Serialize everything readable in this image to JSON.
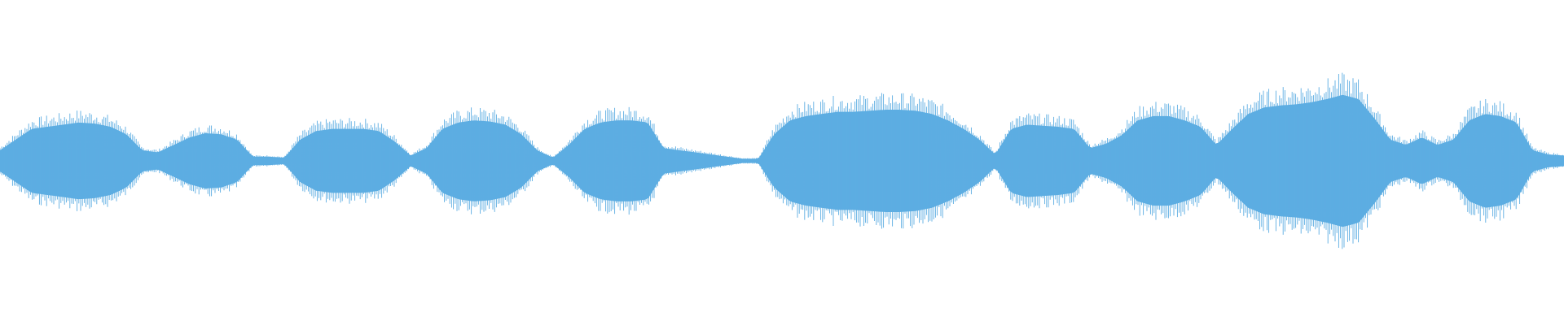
{
  "waveform": {
    "color": "#5dade2",
    "background": "#ffffff",
    "envelope": [
      0.1,
      0.2,
      0.3,
      0.32,
      0.34,
      0.36,
      0.35,
      0.32,
      0.25,
      0.1,
      0.08,
      0.15,
      0.22,
      0.26,
      0.25,
      0.2,
      0.04,
      0.04,
      0.03,
      0.2,
      0.28,
      0.3,
      0.3,
      0.3,
      0.28,
      0.18,
      0.05,
      0.12,
      0.3,
      0.36,
      0.38,
      0.37,
      0.34,
      0.25,
      0.1,
      0.03,
      0.15,
      0.3,
      0.36,
      0.38,
      0.38,
      0.36,
      0.12,
      0.1,
      0.08,
      0.06,
      0.04,
      0.02,
      0.02,
      0.25,
      0.38,
      0.42,
      0.44,
      0.46,
      0.46,
      0.47,
      0.48,
      0.48,
      0.47,
      0.44,
      0.38,
      0.3,
      0.2,
      0.06,
      0.3,
      0.34,
      0.33,
      0.32,
      0.3,
      0.12,
      0.16,
      0.24,
      0.38,
      0.42,
      0.42,
      0.38,
      0.32,
      0.15,
      0.3,
      0.44,
      0.5,
      0.52,
      0.53,
      0.55,
      0.58,
      0.62,
      0.58,
      0.4,
      0.2,
      0.15,
      0.22,
      0.15,
      0.2,
      0.38,
      0.44,
      0.42,
      0.36,
      0.1,
      0.06,
      0.05
    ]
  }
}
